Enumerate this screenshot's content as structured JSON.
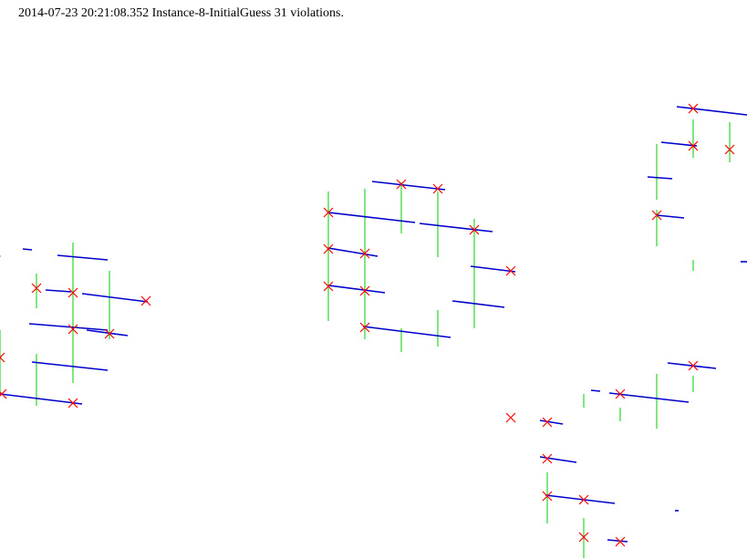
{
  "header": {
    "timestamp": "2014-07-23 20:21:08.352",
    "instance": "Instance-8-InitialGuess",
    "violations": "31 violations."
  },
  "colors": {
    "horizontal_segment": "#0000cc",
    "vertical_segment": "#00cc00",
    "violation_marker": "#ff0000",
    "background": "#ffffff"
  },
  "legend_semantics": {
    "horizontal-segment": "blue line",
    "vertical-segment": "green line",
    "violation": "red x marker"
  }
}
